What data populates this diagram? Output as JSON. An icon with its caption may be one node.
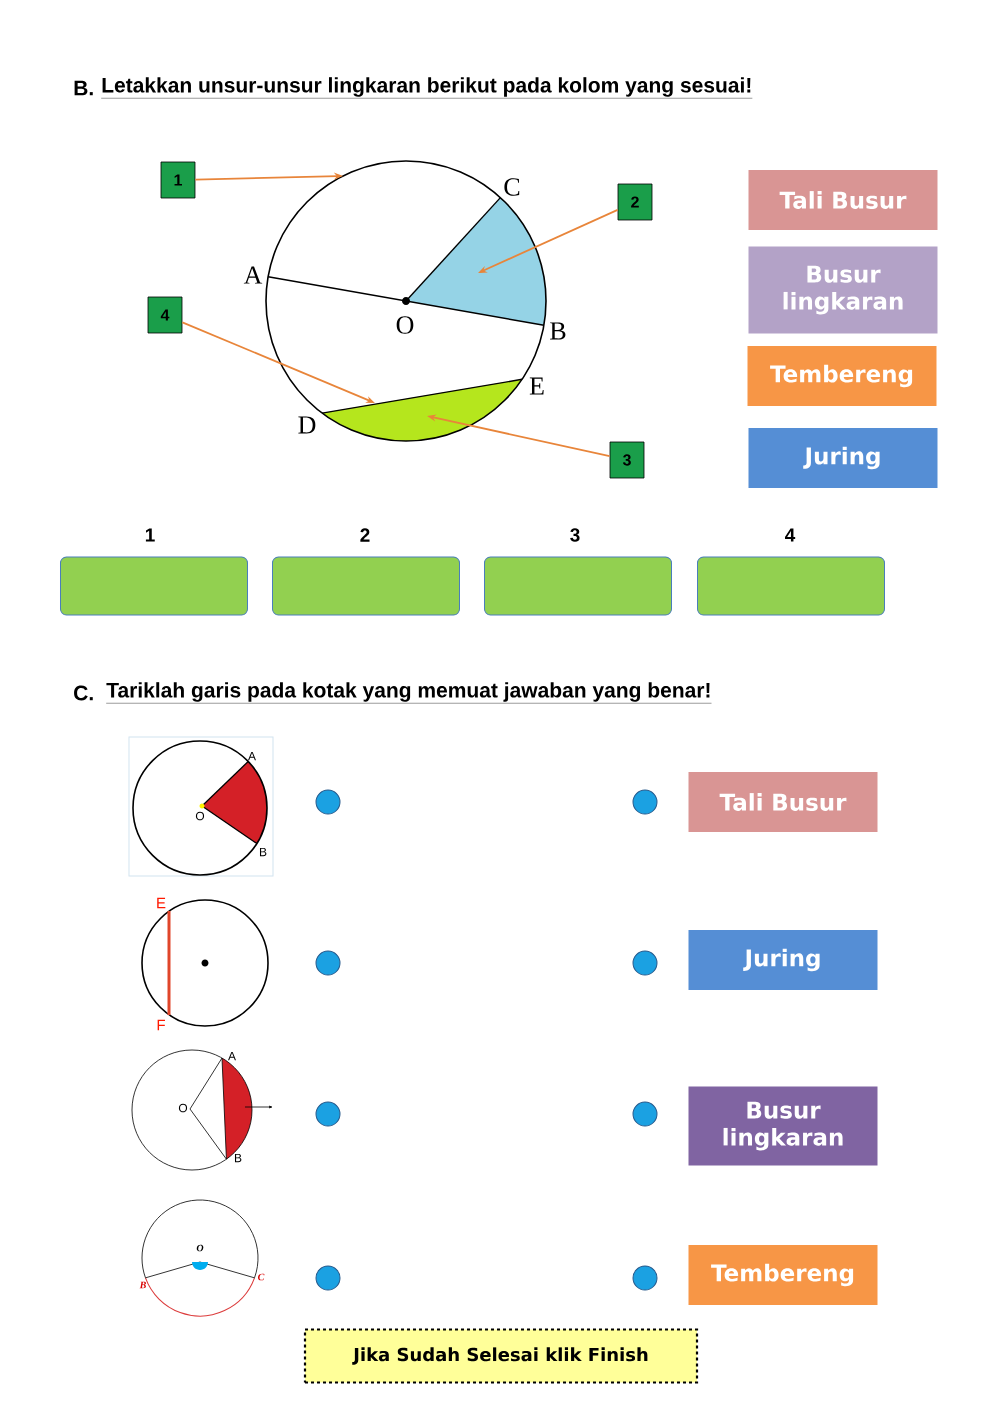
{
  "diagram": {
    "nodes": [
      {
        "text": [
          "1"
        ]
      },
      {
        "text": [
          "2"
        ]
      },
      {
        "text": [
          "3"
        ]
      },
      {
        "text": [
          "4"
        ]
      },
      {
        "text": [
          "Tali Busur"
        ]
      },
      {
        "text": [
          "Busur lingkaran"
        ]
      },
      {
        "text": [
          "Tembereng"
        ]
      },
      {
        "text": [
          "Juring"
        ]
      },
      {
        "text": [],
        "shape": "box"
      },
      {
        "text": [],
        "shape": "box"
      },
      {
        "text": [],
        "shape": "box"
      },
      {
        "text": [],
        "shape": "box"
      },
      {
        "text": [],
        "shape": "circle"
      },
      {
        "text": [],
        "shape": "circle"
      },
      {
        "text": [],
        "shape": "circle"
      },
      {
        "text": [],
        "shape": "circle"
      },
      {
        "text": [],
        "shape": "circle"
      },
      {
        "text": [],
        "shape": "circle"
      },
      {
        "text": [],
        "shape": "circle"
      },
      {
        "text": [],
        "shape": "circle"
      },
      {
        "text": [
          "Tali Busur"
        ]
      },
      {
        "text": [
          "Juring"
        ]
      },
      {
        "text": [
          "Busur lingkaran"
        ]
      },
      {
        "text": [
          "Tembereng"
        ]
      },
      {
        "text": [
          "Jika Sudah Selesai klik Finish"
        ]
      }
    ],
    "edges": [
      {
        "from": 0,
        "to": null,
        "arrow": "to"
      },
      {
        "from": 1,
        "to": null,
        "arrow": "to"
      },
      {
        "from": 2,
        "to": null,
        "arrow": "to"
      },
      {
        "from": 3,
        "to": null,
        "arrow": "to"
      }
    ],
    "labels": [
      "B.",
      "Letakkan unsur-unsur lingkaran berikut pada kolom yang sesuai!",
      "C",
      "A",
      "O",
      "B",
      "E",
      "D",
      "1",
      "2",
      "3",
      "4",
      "C.",
      "Tariklah garis pada kotak yang memuat jawaban yang benar!",
      "A",
      "O",
      "B",
      "E",
      "F",
      "A",
      "O",
      "B",
      "O",
      "B",
      "C"
    ]
  }
}
